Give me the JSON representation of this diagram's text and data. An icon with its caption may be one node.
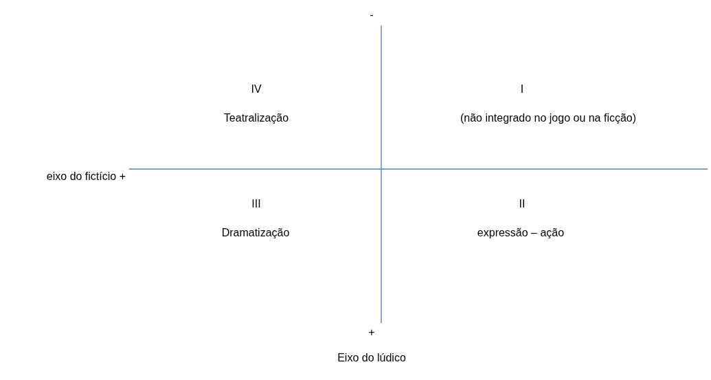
{
  "diagram": {
    "labels": [
      "-",
      "IV",
      "Teatralização",
      "I",
      "(não integrado no jogo ou na ficção)",
      "eixo do fictício +",
      "III",
      "Dramatização",
      "II",
      "expressão – ação",
      "+",
      "Eixo do lúdico"
    ]
  }
}
